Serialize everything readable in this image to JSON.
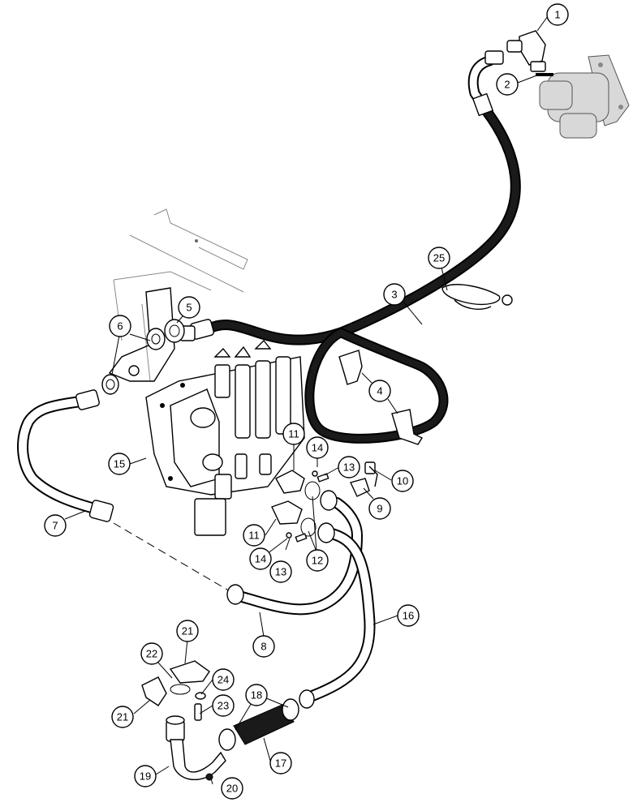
{
  "callouts": [
    {
      "id": "c1",
      "label": "1"
    },
    {
      "id": "c2",
      "label": "2"
    },
    {
      "id": "c3",
      "label": "3"
    },
    {
      "id": "c4",
      "label": "4"
    },
    {
      "id": "c5",
      "label": "5"
    },
    {
      "id": "c6",
      "label": "6"
    },
    {
      "id": "c7",
      "label": "7"
    },
    {
      "id": "c8",
      "label": "8"
    },
    {
      "id": "c9",
      "label": "9"
    },
    {
      "id": "c10",
      "label": "10"
    },
    {
      "id": "c11a",
      "label": "11"
    },
    {
      "id": "c11b",
      "label": "11"
    },
    {
      "id": "c12",
      "label": "12"
    },
    {
      "id": "c13a",
      "label": "13"
    },
    {
      "id": "c13b",
      "label": "13"
    },
    {
      "id": "c14a",
      "label": "14"
    },
    {
      "id": "c14b",
      "label": "14"
    },
    {
      "id": "c15",
      "label": "15"
    },
    {
      "id": "c16",
      "label": "16"
    },
    {
      "id": "c17",
      "label": "17"
    },
    {
      "id": "c18",
      "label": "18"
    },
    {
      "id": "c19",
      "label": "19"
    },
    {
      "id": "c20",
      "label": "20"
    },
    {
      "id": "c21a",
      "label": "21"
    },
    {
      "id": "c21b",
      "label": "21"
    },
    {
      "id": "c22",
      "label": "22"
    },
    {
      "id": "c23",
      "label": "23"
    },
    {
      "id": "c24",
      "label": "24"
    },
    {
      "id": "c25",
      "label": "25"
    }
  ]
}
